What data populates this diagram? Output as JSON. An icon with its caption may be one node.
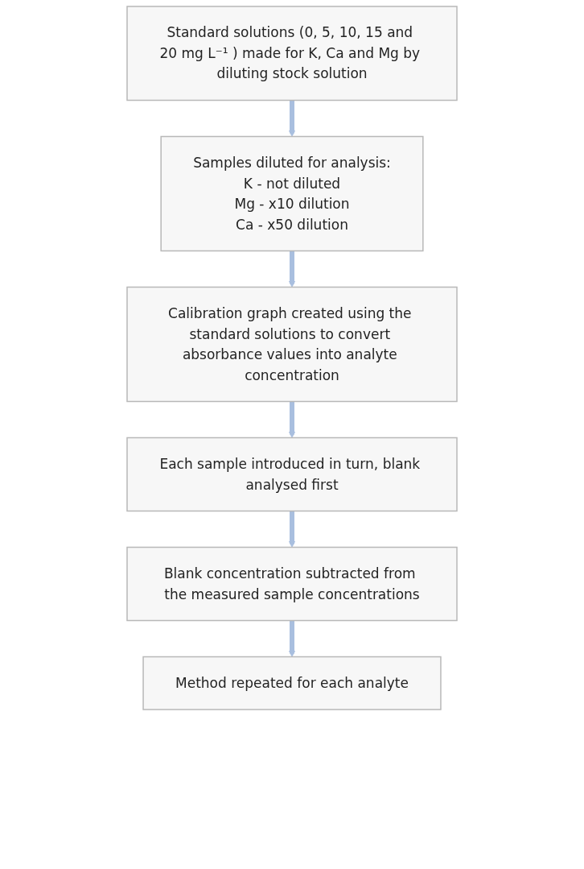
{
  "diagram": {
    "nodes": [
      {
        "text": [
          "Standard solutions (0, 5, 10, 15 and 20 mg L⁻¹ ) made for K, Ca and Mg by diluting stock solution"
        ]
      },
      {
        "text": [
          "Samples diluted for analysis:",
          "K - not diluted",
          "Mg - x10 dilution",
          "Ca - x50 dilution"
        ]
      },
      {
        "text": [
          "Calibration graph created using the standard solutions to convert absorbance values into analyte concentration"
        ]
      },
      {
        "text": [
          "Each sample introduced in turn, blank analysed first"
        ]
      },
      {
        "text": [
          "Blank concentration subtracted from the measured sample concentrations"
        ]
      },
      {
        "text": [
          "Method repeated for each analyte"
        ]
      }
    ],
    "edges": [
      {
        "from": 0,
        "to": 1,
        "arrow": "to"
      },
      {
        "from": 1,
        "to": 2,
        "arrow": "to"
      },
      {
        "from": 2,
        "to": 3,
        "arrow": "to"
      },
      {
        "from": 3,
        "to": 4,
        "arrow": "to"
      },
      {
        "from": 4,
        "to": 5,
        "arrow": "to"
      }
    ]
  }
}
